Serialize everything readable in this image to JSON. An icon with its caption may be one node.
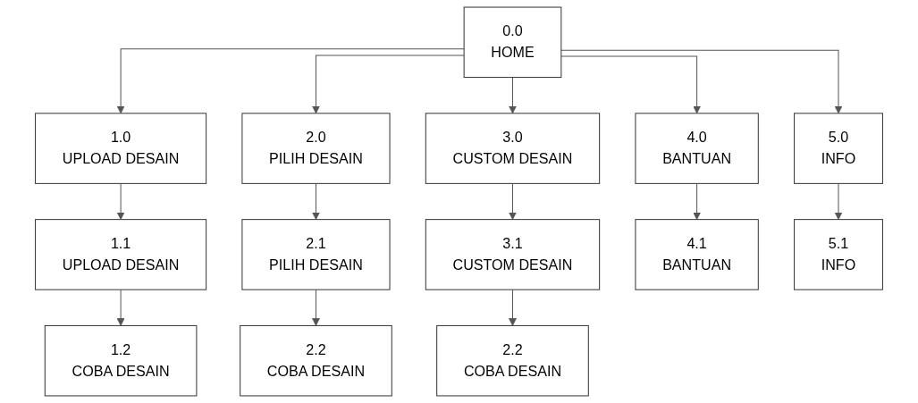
{
  "diagram": {
    "nodes": [
      {
        "text": [
          "0.0",
          "HOME"
        ]
      },
      {
        "text": [
          "1.0",
          "UPLOAD DESAIN"
        ]
      },
      {
        "text": [
          "2.0",
          "PILIH DESAIN"
        ]
      },
      {
        "text": [
          "3.0",
          "CUSTOM DESAIN"
        ]
      },
      {
        "text": [
          "4.0",
          "BANTUAN"
        ]
      },
      {
        "text": [
          "5.0",
          "INFO"
        ]
      },
      {
        "text": [
          "1.1",
          "UPLOAD DESAIN"
        ]
      },
      {
        "text": [
          "2.1",
          "PILIH DESAIN"
        ]
      },
      {
        "text": [
          "3.1",
          "CUSTOM DESAIN"
        ]
      },
      {
        "text": [
          "4.1",
          "BANTUAN"
        ]
      },
      {
        "text": [
          "5.1",
          "INFO"
        ]
      },
      {
        "text": [
          "1.2",
          "COBA DESAIN"
        ]
      },
      {
        "text": [
          "2.2",
          "COBA DESAIN"
        ]
      },
      {
        "text": [
          "2.2",
          "COBA DESAIN"
        ]
      }
    ],
    "edges": [
      {
        "from": 0,
        "to": 1,
        "arrow": "to"
      },
      {
        "from": 0,
        "to": 2,
        "arrow": "to"
      },
      {
        "from": 0,
        "to": 3,
        "arrow": "to"
      },
      {
        "from": 0,
        "to": 4,
        "arrow": "to"
      },
      {
        "from": 0,
        "to": 5,
        "arrow": "to"
      },
      {
        "from": 1,
        "to": 6,
        "arrow": "to"
      },
      {
        "from": 2,
        "to": 7,
        "arrow": "to"
      },
      {
        "from": 3,
        "to": 8,
        "arrow": "to"
      },
      {
        "from": 4,
        "to": 9,
        "arrow": "to"
      },
      {
        "from": 5,
        "to": 10,
        "arrow": "to"
      },
      {
        "from": 6,
        "to": 11,
        "arrow": "to"
      },
      {
        "from": 7,
        "to": 12,
        "arrow": "to"
      },
      {
        "from": 8,
        "to": 13,
        "arrow": "to"
      }
    ]
  }
}
